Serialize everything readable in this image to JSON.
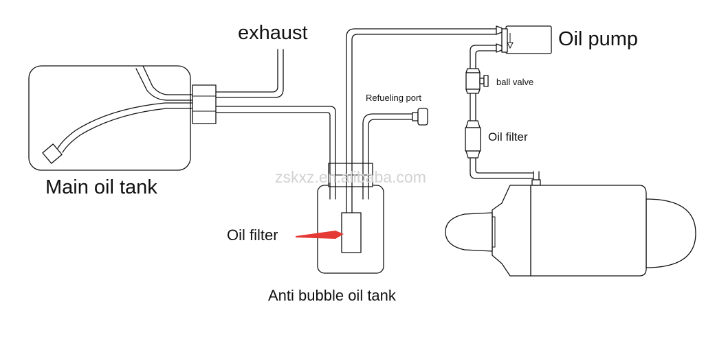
{
  "labels": {
    "exhaust": "exhaust",
    "oil_pump": "Oil pump",
    "ball_valve": "ball valve",
    "refueling_port": "Refueling port",
    "oil_filter_right": "Oil filter",
    "main_oil_tank": "Main oil tank",
    "oil_filter_left": "Oil filter",
    "anti_bubble_oil_tank": "Anti bubble oil tank"
  },
  "watermark": "zskxz.en.alibaba.com",
  "colors": {
    "line": "#111111",
    "arrow": "#e53935",
    "watermark": "#d2d2d2"
  }
}
